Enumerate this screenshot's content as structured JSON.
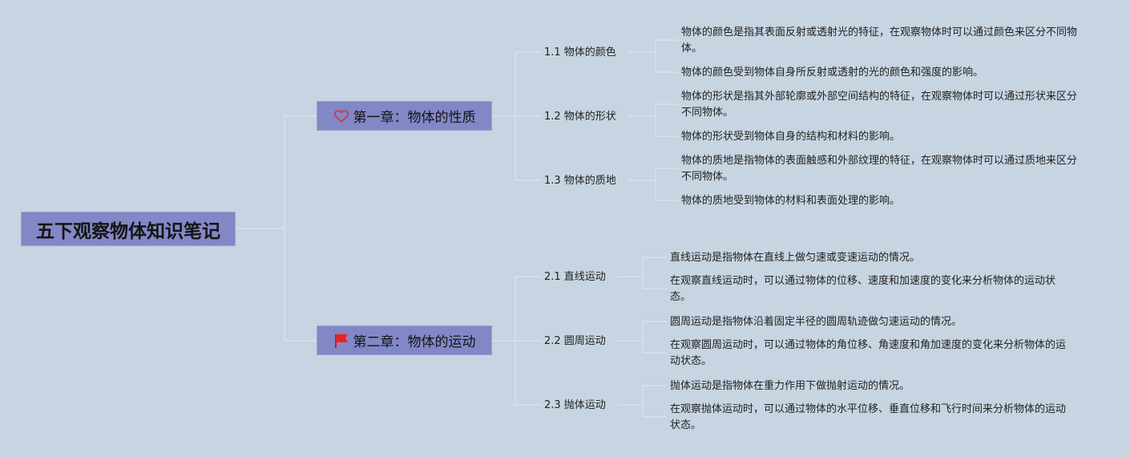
{
  "root": {
    "title": "五下观察物体知识笔记"
  },
  "chapters": [
    {
      "title": "第一章：物体的性质",
      "icon": "heart-icon",
      "sections": [
        {
          "title": "1.1 物体的颜色",
          "notes": [
            "物体的颜色是指其表面反射或透射光的特征，在观察物体时可以通过颜色来区分不同物体。",
            "物体的颜色受到物体自身所反射或透射的光的颜色和强度的影响。"
          ]
        },
        {
          "title": "1.2 物体的形状",
          "notes": [
            "物体的形状是指其外部轮廓或外部空间结构的特征，在观察物体时可以通过形状来区分不同物体。",
            "物体的形状受到物体自身的结构和材料的影响。"
          ]
        },
        {
          "title": "1.3 物体的质地",
          "notes": [
            "物体的质地是指物体的表面触感和外部纹理的特征，在观察物体时可以通过质地来区分不同物体。",
            "物体的质地受到物体的材料和表面处理的影响。"
          ]
        }
      ]
    },
    {
      "title": "第二章：物体的运动",
      "icon": "flag-icon",
      "sections": [
        {
          "title": "2.1 直线运动",
          "notes": [
            "直线运动是指物体在直线上做匀速或变速运动的情况。",
            "在观察直线运动时，可以通过物体的位移、速度和加速度的变化来分析物体的运动状态。"
          ]
        },
        {
          "title": "2.2 圆周运动",
          "notes": [
            "圆周运动是指物体沿着固定半径的圆周轨迹做匀速运动的情况。",
            "在观察圆周运动时，可以通过物体的角位移、角速度和角加速度的变化来分析物体的运动状态。"
          ]
        },
        {
          "title": "2.3 抛体运动",
          "notes": [
            "抛体运动是指物体在重力作用下做抛射运动的情况。",
            "在观察抛体运动时，可以通过物体的水平位移、垂直位移和飞行时间来分析物体的运动状态。"
          ]
        }
      ]
    }
  ],
  "colors": {
    "background": "#c7d4e1",
    "node": "#8287c6",
    "connector": "#dbe3ec",
    "heart": "#d0313a",
    "flag": "#e8231f"
  }
}
